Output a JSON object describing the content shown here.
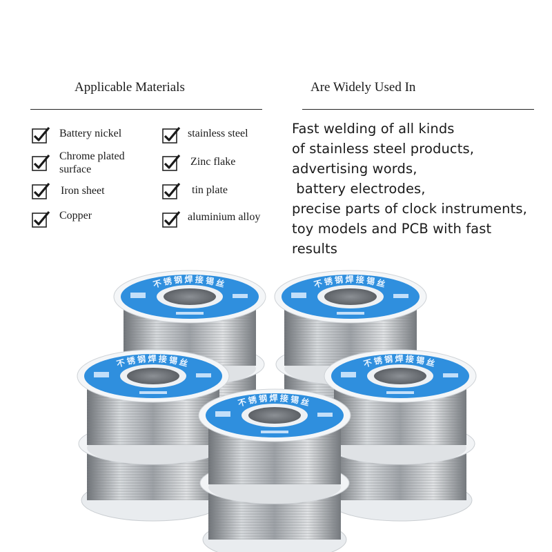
{
  "materials": {
    "heading": "Applicable Materials",
    "items": [
      {
        "label": "Battery nickel"
      },
      {
        "label": "Chrome plated surface"
      },
      {
        "label": "Iron sheet"
      },
      {
        "label": "Copper"
      },
      {
        "label": "stainless steel"
      },
      {
        "label": "Zinc flake"
      },
      {
        "label": "tin plate"
      },
      {
        "label": "aluminium alloy"
      }
    ]
  },
  "uses": {
    "heading": "Are Widely Used In",
    "text": "Fast welding of all kinds\nof stainless steel products,\nadvertising words,\n battery electrodes,\nprecise parts of clock instruments,\ntoy models and PCB with fast\nresults"
  },
  "product": {
    "label_lettering": "不锈钢焊接锡丝",
    "label_color": "#2f8fde",
    "wire_color": "#a9adb2"
  }
}
